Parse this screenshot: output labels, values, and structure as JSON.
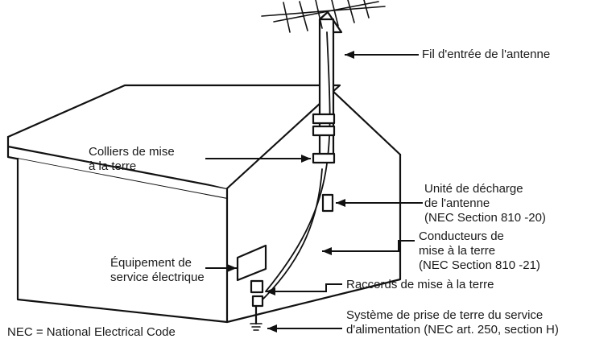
{
  "labels": {
    "antenna_lead_in": "Fil d'entrée de l'antenne",
    "ground_clamps": [
      "Colliers de mise",
      "à la terre"
    ],
    "discharge_unit": [
      "Unité de décharge",
      "de l'antenne",
      "(NEC Section 810 -20)"
    ],
    "grounding_conductors": [
      "Conducteurs de",
      "mise à la terre",
      "(NEC Section 810 -21)"
    ],
    "service_equipment": [
      "Équipement de",
      "service électrique"
    ],
    "ground_connectors": "Raccords de mise à la terre",
    "power_service_grounding": [
      "Système de prise de terre du service",
      "d'alimentation (NEC art. 250, section H)"
    ],
    "nec_note": "NEC = National Electrical Code"
  }
}
